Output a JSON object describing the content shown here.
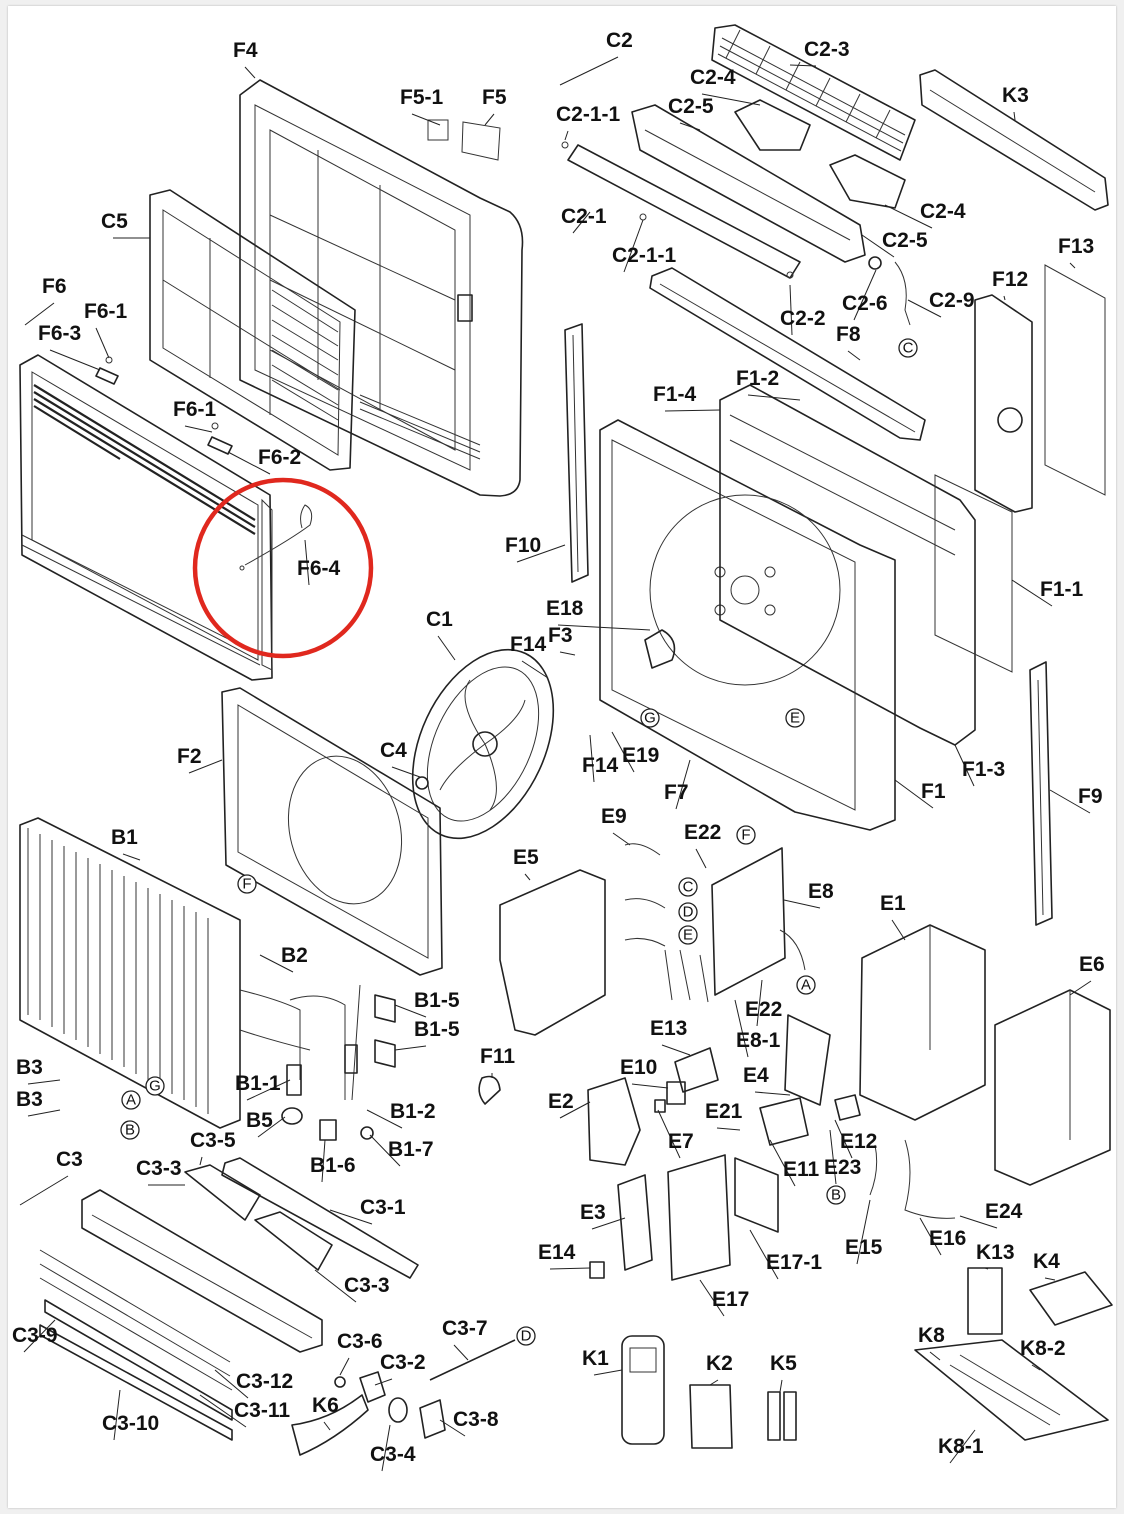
{
  "diagram": {
    "highlight_target": "F6-4",
    "highlight_color": "#e0281e",
    "line_color": "#222222",
    "labels": [
      "F4",
      "F5-1",
      "F5",
      "C5",
      "F6",
      "F6-1",
      "F6-3",
      "F6-1",
      "F6-2",
      "F6-4",
      "C2",
      "C2-3",
      "C2-4",
      "C2-5",
      "C2-1-1",
      "C2-1",
      "C2-1-1",
      "C2-4",
      "C2-5",
      "C2-6",
      "C2-9",
      "C2-2",
      "K3",
      "F13",
      "F12",
      "F8",
      "F1-2",
      "F1-4",
      "F10",
      "F1-1",
      "E18",
      "F3",
      "F14",
      "C1",
      "F14",
      "E19",
      "F7",
      "F1",
      "F1-3",
      "F9",
      "F2",
      "C4",
      "B1",
      "B2",
      "B1-5",
      "B1-5",
      "B1-1",
      "B5",
      "B1-2",
      "B1-6",
      "B1-7",
      "B3",
      "B3",
      "C3",
      "C3-5",
      "C3-3",
      "C3-1",
      "C3-3",
      "C3-9",
      "C3-12",
      "C3-11",
      "C3-10",
      "C3-6",
      "C3-2",
      "C3-7",
      "K6",
      "C3-4",
      "C3-8",
      "E5",
      "F11",
      "E9",
      "E22",
      "E8",
      "E22",
      "E8-1",
      "E13",
      "E10",
      "E2",
      "E7",
      "E21",
      "E11",
      "E4",
      "E12",
      "E23",
      "E1",
      "E6",
      "E3",
      "E14",
      "E17",
      "E17-1",
      "E15",
      "E16",
      "E24",
      "K13",
      "K4",
      "K8",
      "K8-2",
      "K8-1",
      "K1",
      "K2",
      "K5"
    ],
    "refs": [
      "C",
      "G",
      "E",
      "F",
      "C",
      "D",
      "E",
      "A",
      "F",
      "G",
      "A",
      "B",
      "B",
      "D"
    ]
  }
}
